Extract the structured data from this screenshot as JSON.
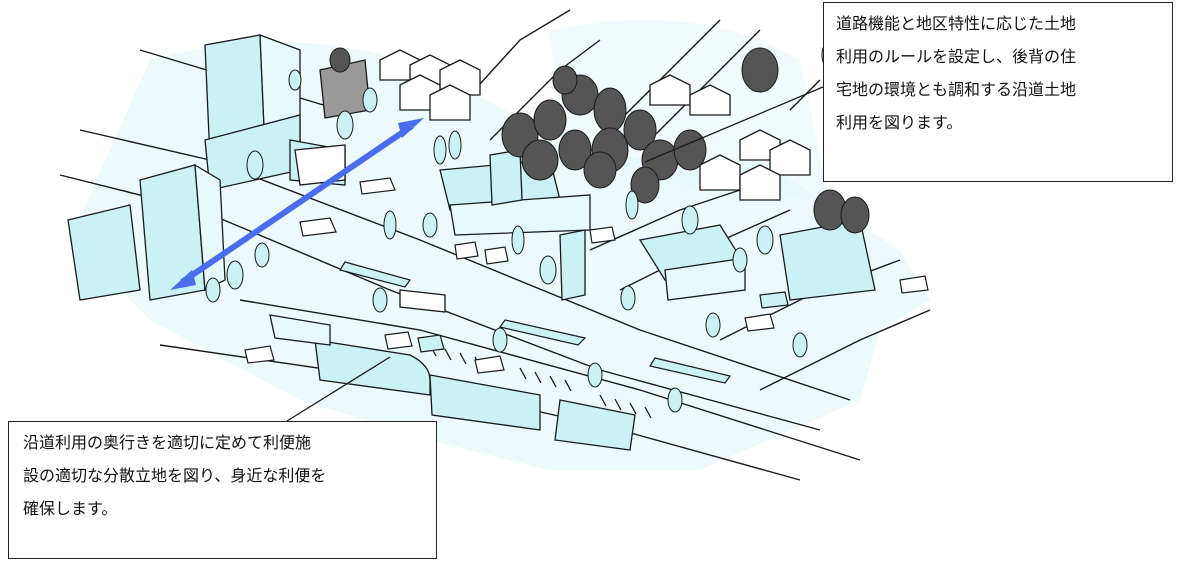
{
  "callouts": {
    "top": {
      "lines": [
        "道路機能と地区特性に応じた土地",
        "利用のルールを設定し、後背の住",
        "宅地の環境とも調和する沿道土地",
        "利用を図ります。"
      ]
    },
    "bottom": {
      "lines": [
        "沿道利用の奥行きを適切に定めて利便施",
        "設の適切な分散立地を図り、身近な利便を",
        "確保します。"
      ]
    }
  },
  "colors": {
    "building_fill": "#c9f1f6",
    "sky_wash": "#e4f8fb",
    "tree_dark": "#555555",
    "arrow": "#4a6df0",
    "ink": "#1a1a1a"
  }
}
